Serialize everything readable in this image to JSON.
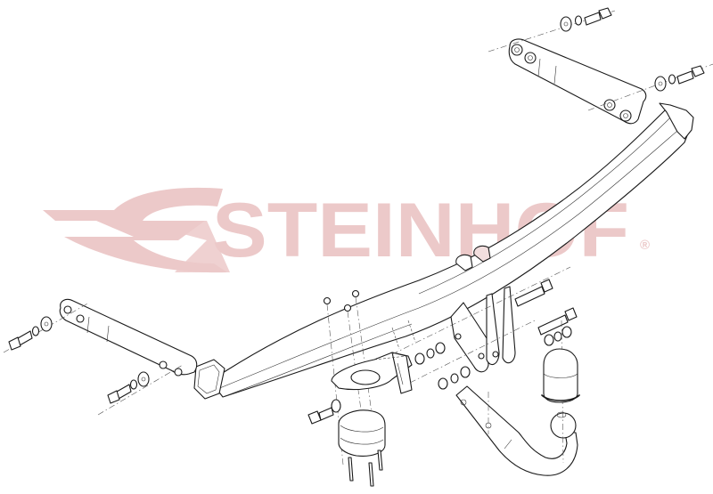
{
  "watermark": {
    "brand_text": "STEINHOF",
    "registered_mark": "®",
    "color": "#ecc9c9"
  },
  "diagram": {
    "type": "exploded-view assembly drawing",
    "subject": "tow bar / towing hitch",
    "line_color": "#1a1a1a",
    "background": "#ffffff",
    "parts": [
      "main cross beam",
      "right side bracket arm",
      "left side bracket arm",
      "bracket bolts with washers",
      "bracket nuts",
      "socket plate",
      "electrical socket",
      "socket screws",
      "hitch mounting plates",
      "long mounting bolts",
      "washers and nuts",
      "detachable tow ball neck",
      "tow ball cover cap"
    ]
  }
}
